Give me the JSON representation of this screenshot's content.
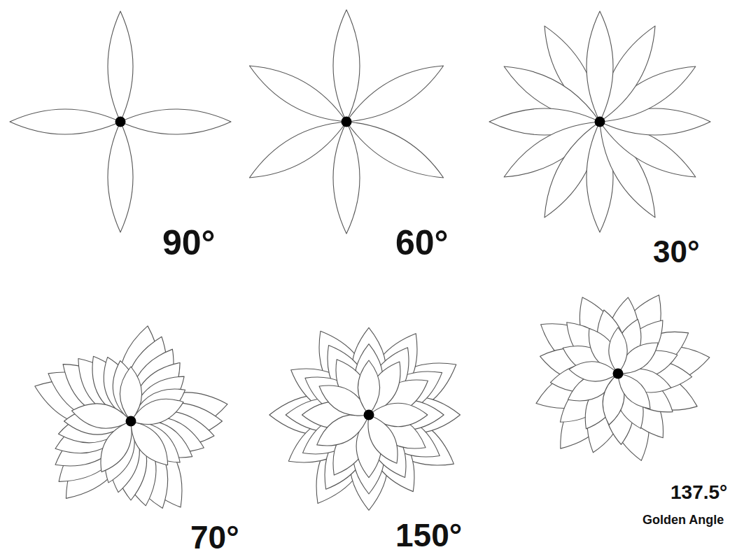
{
  "diagram": {
    "labels": [
      "90°",
      "60°",
      "30°",
      "70°",
      "150°",
      "137.5°",
      "Golden Angle"
    ]
  }
}
